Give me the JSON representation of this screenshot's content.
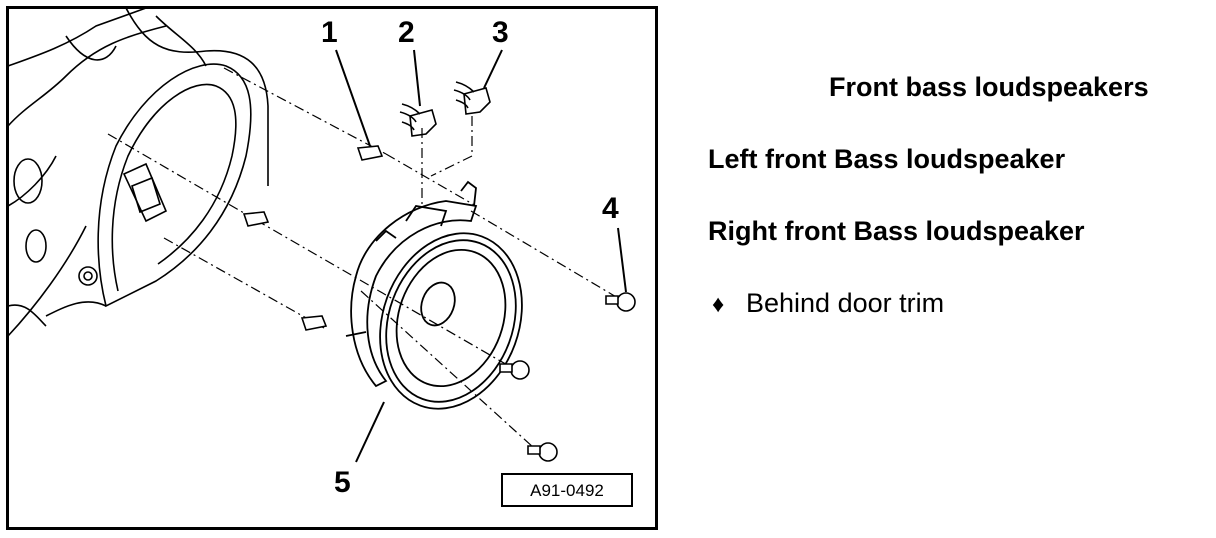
{
  "figure": {
    "labels": [
      "1",
      "2",
      "3",
      "4",
      "5"
    ],
    "reference": "A91-0492"
  },
  "text": {
    "title": "Front bass loudspeakers",
    "left": "Left front Bass loudspeaker",
    "right": "Right front Bass loudspeaker",
    "bullet": "♦",
    "note": "Behind door trim"
  }
}
